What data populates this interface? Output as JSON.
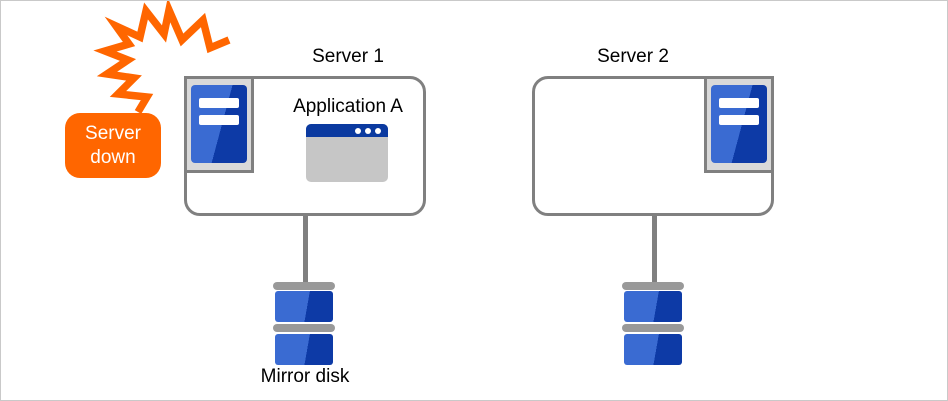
{
  "alert": {
    "label": "Server down"
  },
  "server1": {
    "label": "Server 1",
    "app_label": "Application A"
  },
  "server2": {
    "label": "Server 2"
  },
  "storage": {
    "mirror_disk_label": "Mirror disk"
  },
  "icons": {
    "crash": "crash-flash-icon",
    "server": "server-tower-icon",
    "app_window": "application-window-icon",
    "disk": "mirror-disk-icon"
  },
  "colors": {
    "accent_orange": "#FF6600",
    "server_blue_light": "#3A6BD2",
    "server_blue_dark": "#0D3AA6",
    "window_titlebar_blue": "#0B3AA0",
    "outline_gray": "#808080",
    "panel_gray": "#D9D9D9",
    "window_body_gray": "#C6C6C6",
    "disk_bar_gray": "#999999"
  }
}
